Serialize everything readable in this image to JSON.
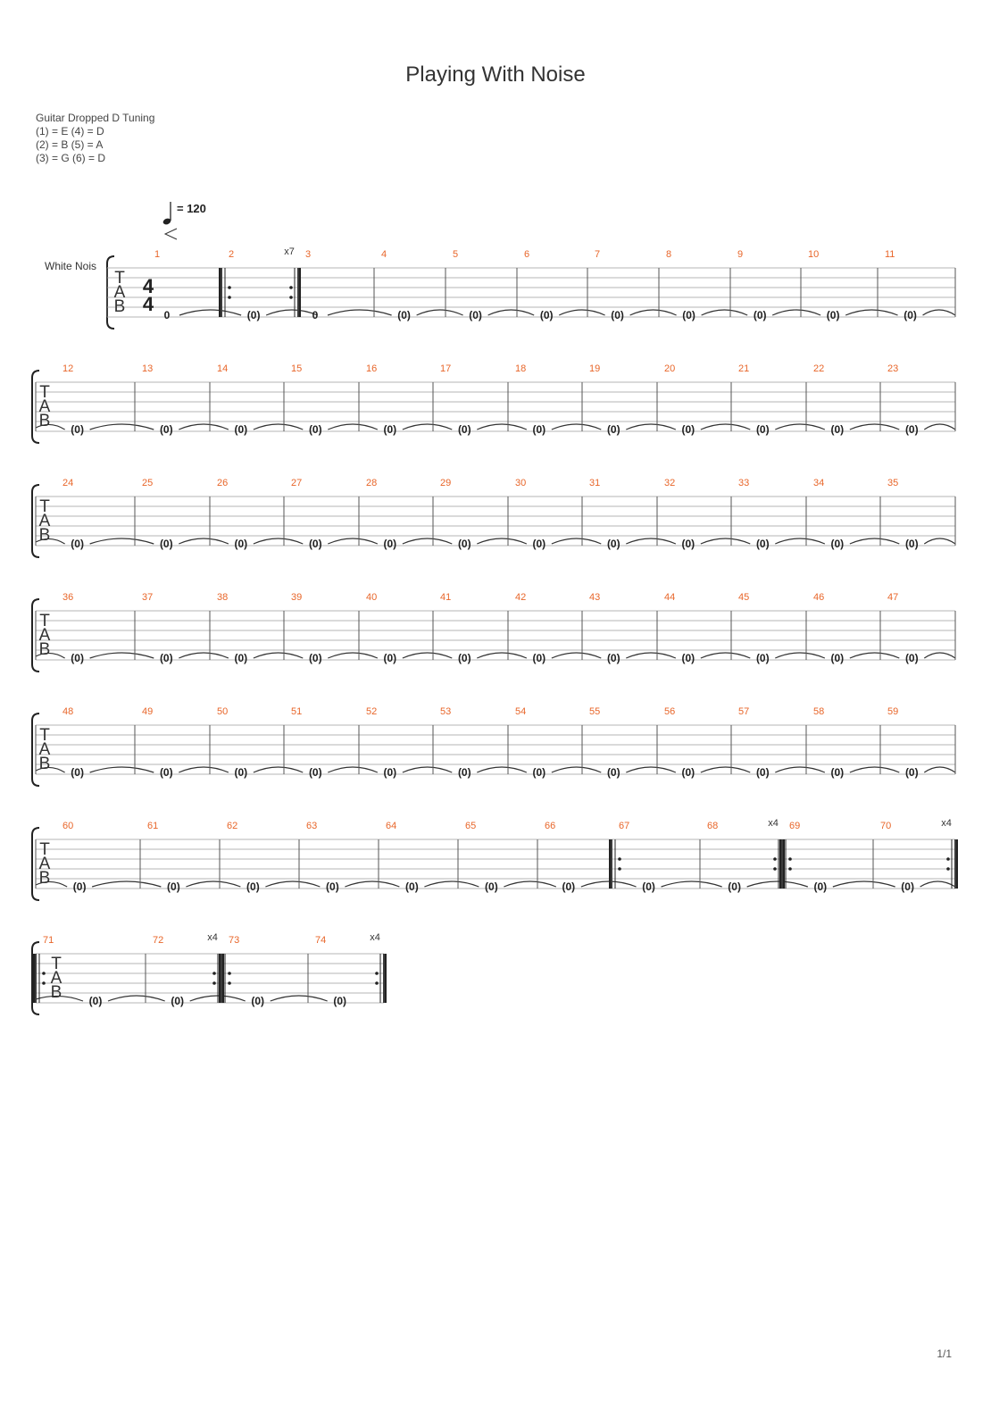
{
  "title": "Playing With Noise",
  "tuning": {
    "heading": "Guitar Dropped D Tuning",
    "lines": [
      "(1) = E  (4) = D",
      "(2) = B  (5) = A",
      "(3) = G  (6) = D"
    ]
  },
  "tempo": {
    "value": "= 120"
  },
  "track_name": "White Nois",
  "clef_letters": [
    "T",
    "A",
    "B"
  ],
  "time_signature": {
    "top": "4",
    "bottom": "4"
  },
  "first_fret": "0",
  "tied_fret": "(0)",
  "page_number": "1/1",
  "measure_count": 74,
  "repeats": [
    {
      "from": 2,
      "to": 2,
      "times": "x7"
    },
    {
      "from": 67,
      "to": 68,
      "times": "x4"
    },
    {
      "from": 69,
      "to": 70,
      "times": "x4"
    },
    {
      "from": 71,
      "to": 72,
      "times": "x4"
    },
    {
      "from": 73,
      "to": 74,
      "times": "x4"
    }
  ],
  "colors": {
    "measure_number": "#e8662a",
    "staff_line": "#b5b5b5",
    "bar_line": "#555555",
    "text": "#333333"
  }
}
